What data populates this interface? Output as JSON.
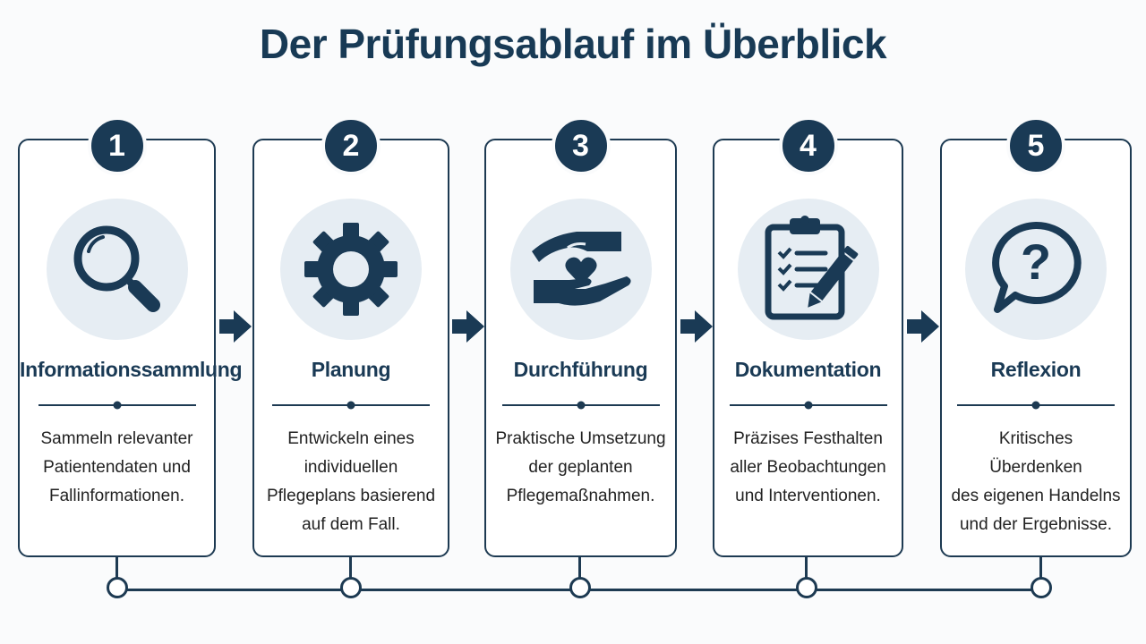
{
  "title": "Der Prüfungsablauf im Überblick",
  "steps": [
    {
      "number": "1",
      "icon": "magnifier-icon",
      "title": "Informationssammlung",
      "lines": [
        "Sammeln relevanter",
        "Patientendaten und",
        "Fallinformationen."
      ]
    },
    {
      "number": "2",
      "icon": "gear-icon",
      "title": "Planung",
      "lines": [
        "Entwickeln eines",
        "individuellen",
        "Pflegeplans basierend",
        "auf dem Fall."
      ]
    },
    {
      "number": "3",
      "icon": "hands-heart-icon",
      "title": "Durchführung",
      "lines": [
        "Praktische Umsetzung",
        "der geplanten",
        "Pflegemaßnahmen."
      ]
    },
    {
      "number": "4",
      "icon": "clipboard-checklist-icon",
      "title": "Dokumentation",
      "lines": [
        "Präzises Festhalten",
        "aller Beobachtungen",
        "und Interventionen."
      ]
    },
    {
      "number": "5",
      "icon": "question-speech-bubble-icon",
      "title": "Reflexion",
      "lines": [
        "Kritisches Überdenken",
        "des eigenen Handelns",
        "und der Ergebnisse."
      ]
    }
  ],
  "colors": {
    "primary": "#1a3a55",
    "icon_bg": "#e6edf3",
    "background": "#fafbfc"
  }
}
